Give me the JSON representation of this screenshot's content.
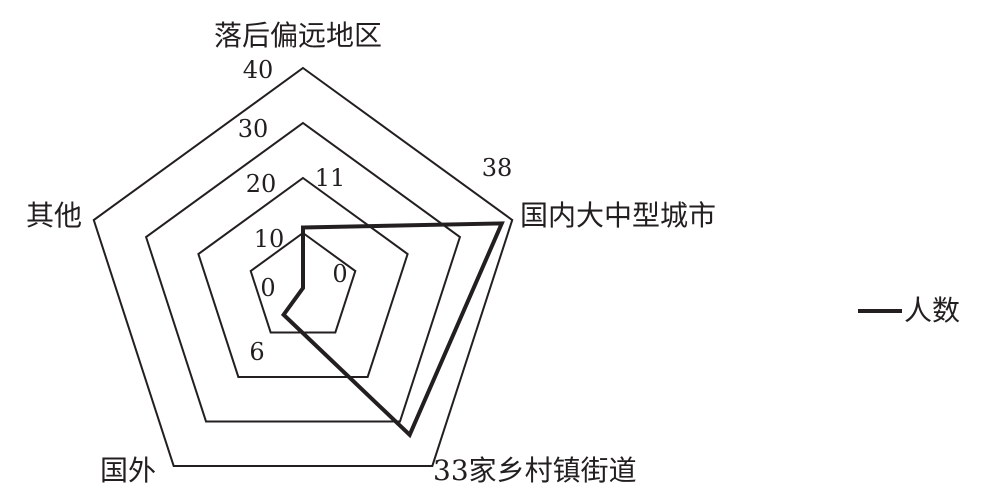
{
  "chart_data": {
    "type": "radar",
    "title": "",
    "categories": [
      "落后偏远地区",
      "国内大中型城市",
      "家乡村镇街道",
      "国外",
      "其他"
    ],
    "category_labels": [
      "落后偏远地区",
      "国内大中型城市",
      "33家乡村镇街道",
      "国外",
      "其他"
    ],
    "series": [
      {
        "name": "人数",
        "values": [
          11,
          38,
          33,
          6,
          0
        ]
      }
    ],
    "data_labels": [
      "11",
      "38",
      "",
      "6",
      "0"
    ],
    "rlim": [
      0,
      40
    ],
    "ticks": [
      0,
      10,
      20,
      30,
      40
    ],
    "tick_labels": [
      "0",
      "10",
      "20",
      "30",
      "40"
    ],
    "legend": {
      "label": "人数",
      "placement": "right"
    },
    "colors": {
      "line": "#231f20"
    }
  }
}
